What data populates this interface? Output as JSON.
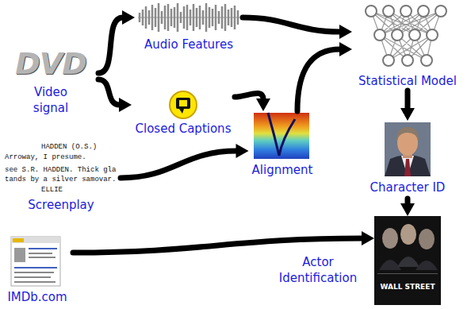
{
  "diagram": {
    "nodes": [
      {
        "text": [
          "DVD",
          "Video signal"
        ]
      },
      {
        "text": [
          "Audio Features"
        ]
      },
      {
        "text": [
          "Closed Captions"
        ]
      },
      {
        "text": [
          "HADDEN (O.S.)",
          "Arroway, I presume.",
          "see S.R. HADDEN. Thick gla",
          "tands by a silver samovar.",
          "ELLIE",
          "Screenplay"
        ]
      },
      {
        "text": [
          "Alignment"
        ]
      },
      {
        "text": [
          "Statistical Model"
        ]
      },
      {
        "text": [
          "Character ID"
        ]
      },
      {
        "text": [
          "IMDb.com"
        ]
      },
      {
        "text": [
          "WALL STREET"
        ]
      }
    ],
    "edges": [
      {
        "from": 0,
        "to": 1,
        "arrow": "to"
      },
      {
        "from": 0,
        "to": 2,
        "arrow": "to"
      },
      {
        "from": 1,
        "to": 5,
        "arrow": "to"
      },
      {
        "from": 2,
        "to": 4,
        "arrow": "to"
      },
      {
        "from": 3,
        "to": 4,
        "arrow": "to"
      },
      {
        "from": 4,
        "to": 5,
        "arrow": "to"
      },
      {
        "from": 5,
        "to": 6,
        "arrow": "to"
      },
      {
        "from": 6,
        "to": 8,
        "arrow": "to"
      },
      {
        "from": 7,
        "to": 8,
        "arrow": "to",
        "label": "Actor Identification"
      }
    ]
  }
}
